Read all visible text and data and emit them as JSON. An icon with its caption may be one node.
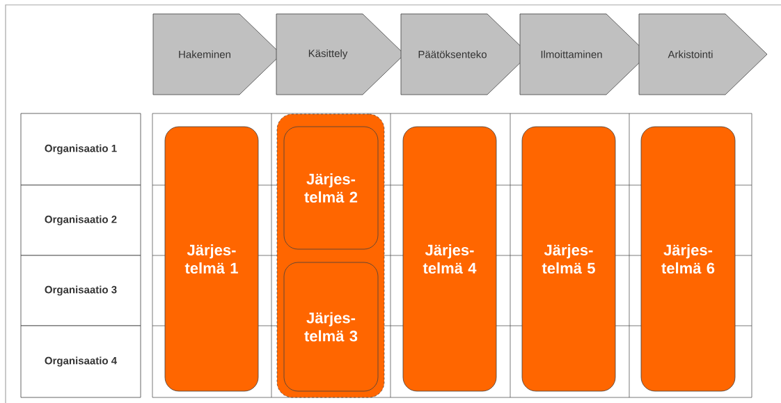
{
  "diagram": {
    "nodes": [
      {
        "text": [
          "Hakeminen"
        ]
      },
      {
        "text": [
          "Käsittely"
        ]
      },
      {
        "text": [
          "Päätöksenteko"
        ]
      },
      {
        "text": [
          "Ilmoittaminen"
        ]
      },
      {
        "text": [
          "Arkistointi"
        ]
      },
      {
        "text": [
          "Organisaatio 1"
        ]
      },
      {
        "text": [
          "Organisaatio 2"
        ]
      },
      {
        "text": [
          "Organisaatio 3"
        ]
      },
      {
        "text": [
          "Organisaatio 4"
        ]
      },
      {
        "text": [
          "Järjes- telmä 1"
        ]
      },
      {
        "text": [],
        "shape": "box"
      },
      {
        "text": [
          "Järjes- telmä 2"
        ],
        "in": 10
      },
      {
        "text": [
          "Järjes- telmä 3"
        ],
        "in": 10
      },
      {
        "text": [
          "Järjes- telmä 4"
        ]
      },
      {
        "text": [
          "Järjes- telmä 5"
        ]
      },
      {
        "text": [
          "Järjes- telmä 6"
        ]
      }
    ],
    "edges": []
  }
}
